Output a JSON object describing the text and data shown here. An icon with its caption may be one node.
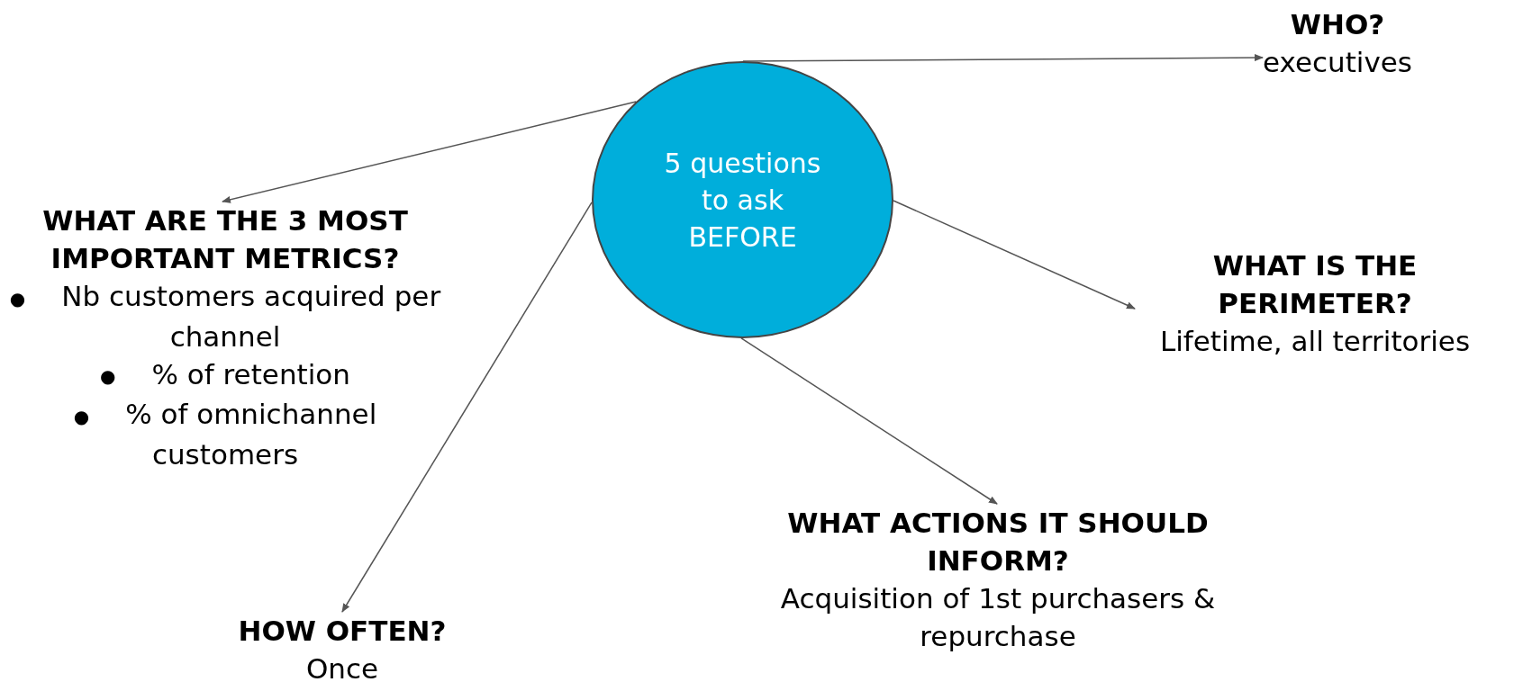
{
  "diagram": {
    "nodes": [
      {
        "text": [
          "5 questions to ask BEFORE"
        ]
      },
      {
        "text": [
          "WHO?",
          "executives"
        ]
      },
      {
        "text": [
          "WHAT ARE THE 3 MOST IMPORTANT METRICS?",
          "●",
          "Nb customers acquired per channel",
          "●",
          "% of retention",
          "●",
          "% of omnichannel customers"
        ]
      },
      {
        "text": [
          "WHAT IS THE PERIMETER?",
          "Lifetime, all territories"
        ]
      },
      {
        "text": [
          "WHAT ACTIONS IT SHOULD INFORM?",
          "Acquisition of 1st purchasers & repurchase"
        ]
      },
      {
        "text": [
          "HOW OFTEN?",
          "Once"
        ]
      }
    ],
    "edges": [
      {
        "from": 0,
        "to": 1,
        "arrow": "to"
      },
      {
        "from": 0,
        "to": 2,
        "arrow": "to"
      },
      {
        "from": 0,
        "to": 3,
        "arrow": "to"
      },
      {
        "from": 0,
        "to": 4,
        "arrow": "to"
      },
      {
        "from": 0,
        "to": 5,
        "arrow": "to"
      }
    ]
  }
}
